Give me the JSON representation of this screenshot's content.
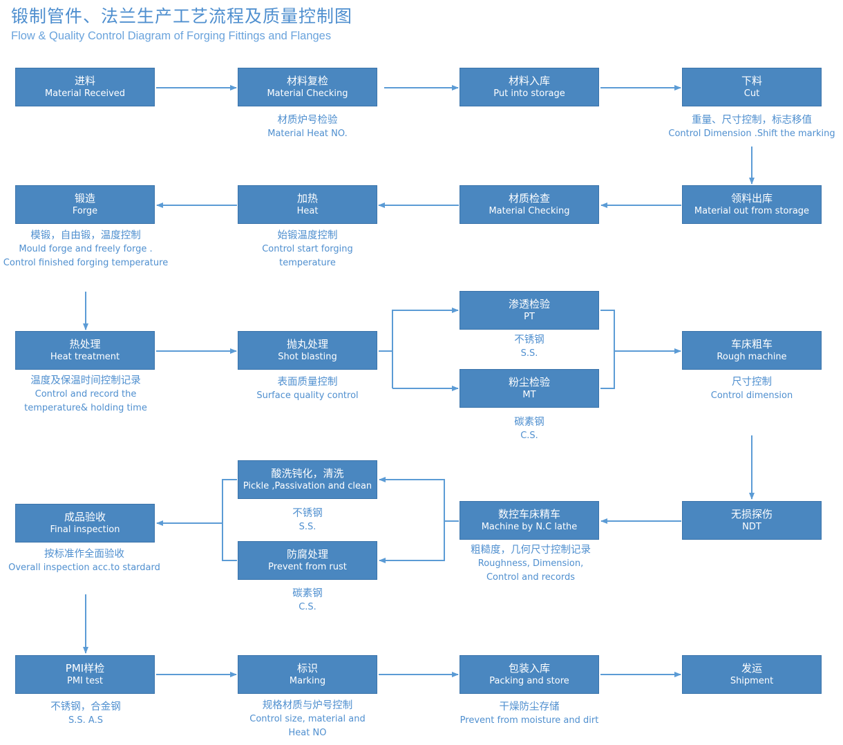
{
  "title_cn": "锻制管件、法兰生产工艺流程及质量控制图",
  "title_en": "Flow & Quality Control Diagram of Forging Fittings and Flanges",
  "nodes": {
    "n1": {
      "cn": "进料",
      "en": "Material Received"
    },
    "n2": {
      "cn": "材料复检",
      "en": "Material Checking"
    },
    "n3": {
      "cn": "材料入库",
      "en": "Put into storage"
    },
    "n4": {
      "cn": "下料",
      "en": "Cut"
    },
    "n5": {
      "cn": "领料出库",
      "en": "Material out from storage"
    },
    "n6": {
      "cn": "材质检查",
      "en": "Material Checking"
    },
    "n7": {
      "cn": "加热",
      "en": "Heat"
    },
    "n8": {
      "cn": "锻造",
      "en": "Forge"
    },
    "n9": {
      "cn": "热处理",
      "en": "Heat treatment"
    },
    "n10": {
      "cn": "抛丸处理",
      "en": "Shot blasting"
    },
    "n11": {
      "cn": "渗透检验",
      "en": "PT"
    },
    "n12": {
      "cn": "粉尘检验",
      "en": "MT"
    },
    "n13": {
      "cn": "车床粗车",
      "en": "Rough machine"
    },
    "n14": {
      "cn": "无损探伤",
      "en": "NDT"
    },
    "n15": {
      "cn": "数控车床精车",
      "en": "Machine by N.C lathe"
    },
    "n16": {
      "cn": "酸洗钝化，清洗",
      "en": "Pickle ,Passivation and clean"
    },
    "n17": {
      "cn": "防腐处理",
      "en": "Prevent from rust"
    },
    "n18": {
      "cn": "成品验收",
      "en": "Final inspection"
    },
    "n19": {
      "cn": "PMI样检",
      "en": "PMI test"
    },
    "n20": {
      "cn": "标识",
      "en": "Marking"
    },
    "n21": {
      "cn": "包装入库",
      "en": "Packing and store"
    },
    "n22": {
      "cn": "发运",
      "en": "Shipment"
    }
  },
  "notes": {
    "n2": {
      "cn": "材质炉号检验",
      "en": [
        "Material Heat NO."
      ]
    },
    "n4": {
      "cn": "重量、尺寸控制，标志移值",
      "en": [
        "Control Dimension .Shift the marking"
      ]
    },
    "n8": {
      "cn": "模锻，自由锻，温度控制",
      "en": [
        "Mould forge and freely forge .",
        "Control finished forging temperature"
      ]
    },
    "n7": {
      "cn": "始锻温度控制",
      "en": [
        "Control start forging",
        "temperature"
      ]
    },
    "n9": {
      "cn": "温度及保温时间控制记录",
      "en": [
        "Control and record the",
        "temperature& holding time"
      ]
    },
    "n10": {
      "cn": "表面质量控制",
      "en": [
        "Surface quality control"
      ]
    },
    "n11": {
      "cn": "不锈钢",
      "en": [
        "S.S."
      ]
    },
    "n12": {
      "cn": "碳素钢",
      "en": [
        "C.S."
      ]
    },
    "n13": {
      "cn": "尺寸控制",
      "en": [
        "Control dimension"
      ]
    },
    "n16": {
      "cn": "不锈钢",
      "en": [
        "S.S."
      ]
    },
    "n17": {
      "cn": "碳素钢",
      "en": [
        "C.S."
      ]
    },
    "n15": {
      "cn": "粗糙度，几何尺寸控制记录",
      "en": [
        "Roughness, Dimension,",
        "Control and records"
      ]
    },
    "n18": {
      "cn": "按标准作全面验收",
      "en": [
        "Overall inspection acc.to stardard"
      ]
    },
    "n19": {
      "cn": "不锈钢，合金钢",
      "en": [
        "S.S.  A.S"
      ]
    },
    "n20": {
      "cn": "规格材质与炉号控制",
      "en": [
        "Control size, material and",
        "Heat NO"
      ]
    },
    "n21": {
      "cn": "干燥防尘存储",
      "en": [
        "Prevent from moisture and dirt"
      ]
    }
  },
  "colors": {
    "box": "#4a87c0",
    "line": "#5b9bd5",
    "text": "#4f8fcf"
  }
}
